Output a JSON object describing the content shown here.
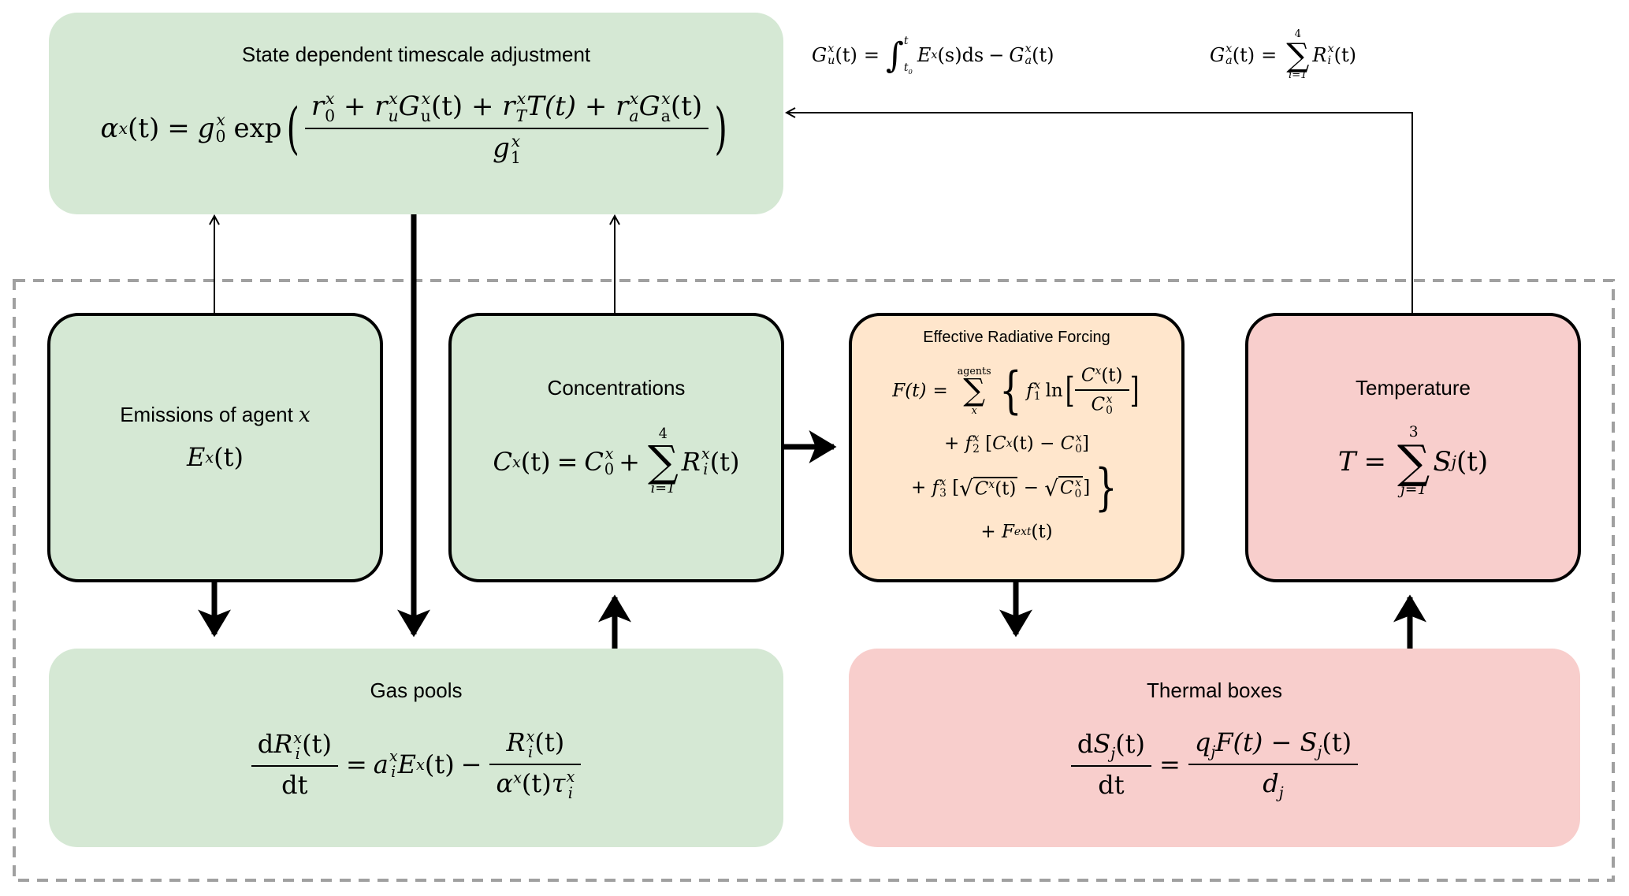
{
  "diagram": {
    "title": "FaIR-style climate model schematic",
    "colors": {
      "green_box": "#d5e8d4",
      "pink_box": "#f8cecc",
      "orange_box": "#ffe6cc",
      "dashed_border": "#a0a0a0",
      "stroke": "#000000"
    },
    "timescale": {
      "title": "State dependent timescale adjustment",
      "lhs": "α",
      "lhs_sup": "x",
      "arg": "(t)",
      "eq": "=",
      "g": "g",
      "g0_sub": "0",
      "g_sup": "x",
      "exp": "exp",
      "num": {
        "r0": "r",
        "r0_sub": "0",
        "plus": "+",
        "ru": "r",
        "ru_sub": "u",
        "Gu": "G",
        "Gu_sub": "u",
        "rT": "r",
        "rT_sub": "T",
        "T": "T(t)",
        "ra": "r",
        "ra_sub": "a",
        "Ga": "G",
        "Ga_sub": "a",
        "sup": "x",
        "t": "(t)"
      },
      "den": {
        "g": "g",
        "sub": "1",
        "sup": "x"
      }
    },
    "side_equations": {
      "Gu": {
        "lhs": "G",
        "sub": "u",
        "sup": "x",
        "arg": "(t)",
        "eq": "=",
        "int_lower": "t",
        "int_lower_sub": "0",
        "int_upper": "t",
        "body_E": "E",
        "body_sup": "x",
        "body_arg": "(s)",
        "ds": "ds",
        "minus": "−",
        "Ga": "G",
        "Ga_sub": "a",
        "Ga_sup": "x",
        "Ga_arg": "(t)"
      },
      "Ga": {
        "lhs": "G",
        "sub": "a",
        "sup": "x",
        "arg": "(t)",
        "eq": "=",
        "sum_upper": "4",
        "sum_lower": "i=1",
        "R": "R",
        "R_sub": "i",
        "R_sup": "x",
        "R_arg": "(t)"
      }
    },
    "emissions": {
      "title": "Emissions of agent",
      "title_var": "x",
      "E": "E",
      "sup": "x",
      "arg": "(t)"
    },
    "concentrations": {
      "title": "Concentrations",
      "C": "C",
      "sup": "x",
      "arg": "(t)",
      "eq": "=",
      "C0": "C",
      "C0_sub": "0",
      "plus": "+",
      "sum_upper": "4",
      "sum_lower": "i=1",
      "R": "R",
      "R_sub": "i",
      "R_arg": "(t)"
    },
    "erf": {
      "title": "Effective Radiative Forcing",
      "lhs": "F(t)",
      "eq": "=",
      "sum_upper": "agents",
      "sum_lower": "x",
      "line1": {
        "f": "f",
        "sub": "1",
        "sup": "x",
        "ln": "ln",
        "num": "C",
        "num_arg": "(t)",
        "den": "C",
        "den_sub": "0"
      },
      "line2": {
        "plus": "+",
        "f": "f",
        "sub": "2",
        "sup": "x",
        "body": "C",
        "arg": "(t)",
        "minus": "−",
        "C0": "C",
        "C0_sub": "0"
      },
      "line3": {
        "plus": "+",
        "f": "f",
        "sub": "3",
        "sup": "x",
        "body": "C",
        "arg": "(t)",
        "minus": "−",
        "C0": "C",
        "C0_sub": "0"
      },
      "line4": {
        "plus": "+",
        "F": "F",
        "sub": "ext",
        "arg": "(t)"
      }
    },
    "temperature": {
      "title": "Temperature",
      "T": "T",
      "eq": "=",
      "sum_upper": "3",
      "sum_lower": "j=1",
      "S": "S",
      "S_sub": "j",
      "arg": "(t)"
    },
    "gas_pools": {
      "title": "Gas pools",
      "num_d": "d",
      "num_R": "R",
      "num_sub": "i",
      "num_sup": "x",
      "num_arg": "(t)",
      "den": "dt",
      "eq": "=",
      "a": "a",
      "a_sub": "i",
      "a_sup": "x",
      "E": "E",
      "E_sup": "x",
      "E_arg": "(t)",
      "minus": "−",
      "frac2_num_R": "R",
      "frac2_num_sub": "i",
      "frac2_num_sup": "x",
      "frac2_num_arg": "(t)",
      "frac2_den_alpha": "α",
      "frac2_den_sup": "x",
      "frac2_den_arg": "(t)",
      "frac2_den_tau": "τ",
      "frac2_den_tau_sub": "i",
      "frac2_den_tau_sup": "x"
    },
    "thermal_boxes": {
      "title": "Thermal boxes",
      "num_d": "d",
      "num_S": "S",
      "num_sub": "j",
      "num_arg": "(t)",
      "den": "dt",
      "eq": "=",
      "rhs_q": "q",
      "rhs_q_sub": "j",
      "rhs_F": "F(t)",
      "rhs_minus": "−",
      "rhs_S": "S",
      "rhs_S_sub": "j",
      "rhs_S_arg": "(t)",
      "rhs_den": "d",
      "rhs_den_sub": "j"
    }
  }
}
